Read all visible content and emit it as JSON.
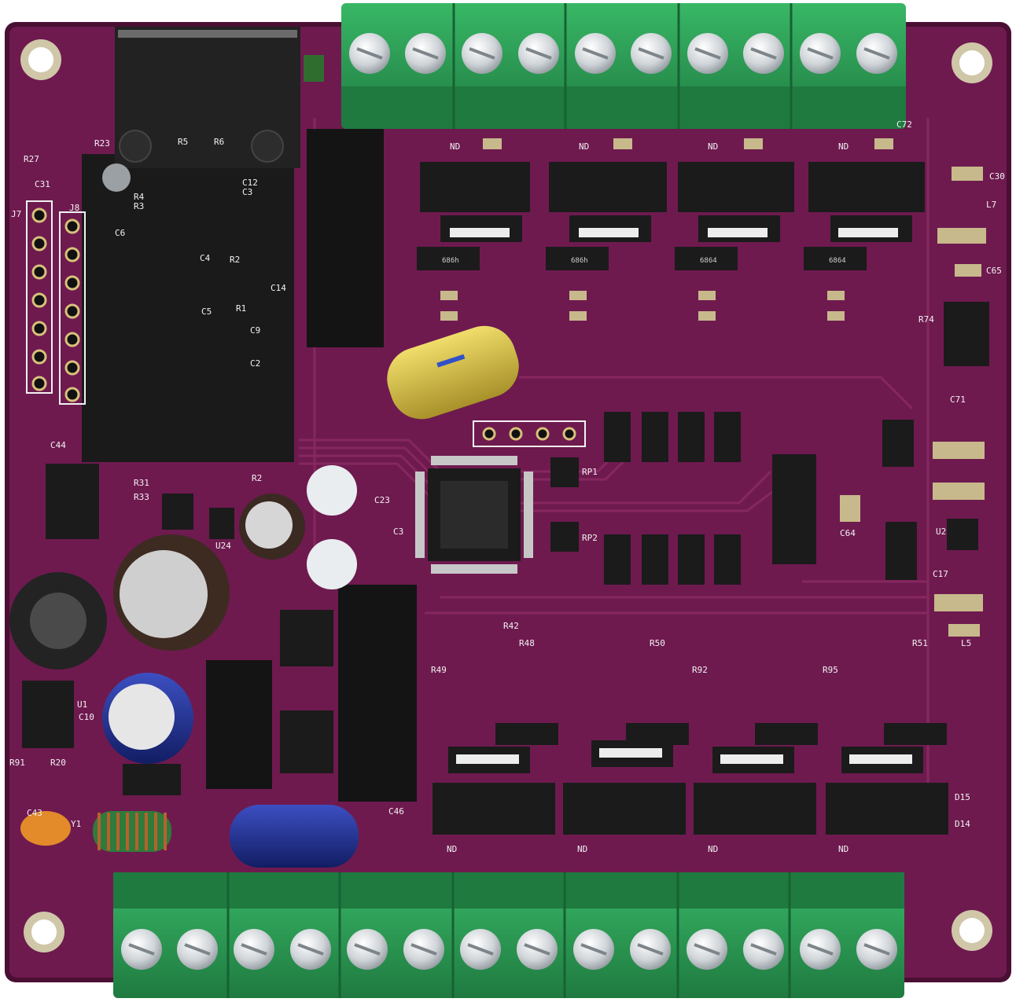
{
  "scene": {
    "subject": "pcb-board",
    "colors": {
      "background": "#ffffff",
      "board": "#6e1a4f",
      "board_edge": "#4a0f33",
      "trace": "#86285f",
      "terminal": "#2fa35a",
      "terminal_dark": "#1f7a40",
      "screw": "#d9dde0",
      "chip": "#1b1b1b",
      "pad": "#c7b98b",
      "silkscreen": "#f2f2f2",
      "cap_yellow": "#d8c24a",
      "cap_blue": "#1f2f8f",
      "cap_silver": "#b9b9b9",
      "inductor_copper": "#b5622d",
      "ferrite_green": "#2f7b3c",
      "disc_cap_orange": "#e38a2a"
    }
  },
  "silkscreen": {
    "top_left": [
      "R27",
      "R23",
      "C31",
      "J7",
      "J8"
    ],
    "eth_module": [
      "R5",
      "R6",
      "R4",
      "R3",
      "C12",
      "C3",
      "C6",
      "C4",
      "R2",
      "C5",
      "R1",
      "C14",
      "C9",
      "C2"
    ],
    "top_row_chips": [
      "ND",
      "ND",
      "ND",
      "ND"
    ],
    "mosfet_marks": [
      "686h",
      "686h",
      "6864",
      "6864"
    ],
    "right_column": [
      "C72",
      "C30",
      "L7",
      "C65",
      "R74",
      "C71",
      "C64",
      "U2",
      "C17",
      "L5"
    ],
    "mid_left": [
      "C44",
      "R31",
      "R33",
      "R2",
      "C23",
      "C3",
      "U24"
    ],
    "mcu_area": [
      "RP1",
      "RP2"
    ],
    "bottom_left": [
      "C10",
      "C43",
      "R91",
      "R20",
      "U1",
      "Y1",
      "C46"
    ],
    "bottom_row_chips": [
      "ND",
      "ND",
      "ND",
      "ND"
    ],
    "bottom_labels": [
      "R49",
      "R42",
      "R48",
      "R95",
      "R50",
      "R92",
      "R51",
      "D15",
      "D14"
    ]
  }
}
